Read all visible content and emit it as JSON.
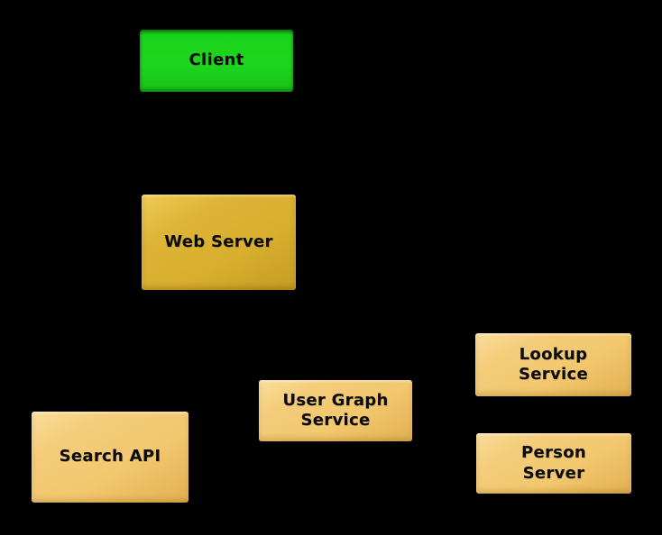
{
  "diagram": {
    "background_color": "#000000",
    "node_text_color": "#0b0b0b",
    "colors": {
      "client_green": "#1ed51e",
      "server_gold": "#d8ae2e",
      "service_tan": "#f2c76e"
    },
    "nodes": [
      {
        "id": "client",
        "label": "Client",
        "fill": "#1ed51e"
      },
      {
        "id": "web-server",
        "label": "Web Server",
        "fill": "#d8ae2e"
      },
      {
        "id": "search-api",
        "label": "Search API",
        "fill": "#f2c76e"
      },
      {
        "id": "user-graph-service",
        "label": "User Graph\nService",
        "fill": "#f2c76e"
      },
      {
        "id": "lookup-service",
        "label": "Lookup\nService",
        "fill": "#f2c76e"
      },
      {
        "id": "person-server",
        "label": "Person\nServer",
        "fill": "#f2c76e"
      }
    ]
  }
}
